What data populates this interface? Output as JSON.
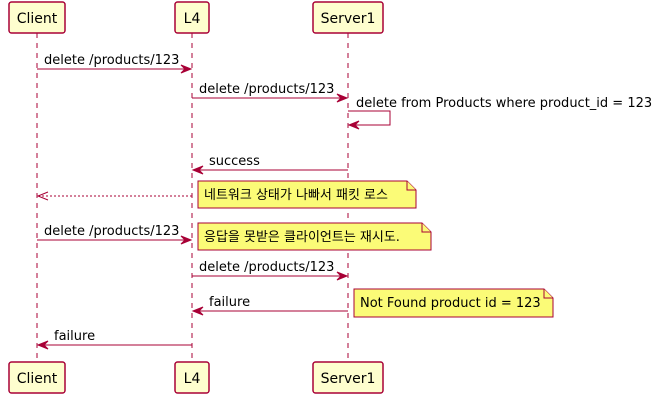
{
  "participants": [
    {
      "id": "client",
      "label": "Client"
    },
    {
      "id": "l4",
      "label": "L4"
    },
    {
      "id": "server1",
      "label": "Server1"
    }
  ],
  "messages": [
    {
      "from": "client",
      "to": "l4",
      "label": "delete /products/123",
      "style": "solid"
    },
    {
      "from": "l4",
      "to": "server1",
      "label": "delete /products/123",
      "style": "solid"
    },
    {
      "from": "server1",
      "to": "server1",
      "label": "delete from Products where product_id = 123",
      "style": "self"
    },
    {
      "from": "server1",
      "to": "l4",
      "label": "success",
      "style": "solid"
    },
    {
      "from": "l4",
      "to": "client",
      "label": "",
      "style": "dashed",
      "note": "네트워크 상태가 나빠서 패킷 로스"
    },
    {
      "from": "client",
      "to": "l4",
      "label": "delete /products/123",
      "style": "solid",
      "note": "응답을 못받은 클라이언트는 재시도."
    },
    {
      "from": "l4",
      "to": "server1",
      "label": "delete /products/123",
      "style": "solid"
    },
    {
      "from": "server1",
      "to": "l4",
      "label": "failure",
      "style": "solid",
      "note": "Not Found product id = 123"
    },
    {
      "from": "l4",
      "to": "client",
      "label": "failure",
      "style": "solid"
    }
  ],
  "colors": {
    "participant_fill": "#FEFECE",
    "border": "#A80036",
    "note_fill": "#FBFB77"
  }
}
